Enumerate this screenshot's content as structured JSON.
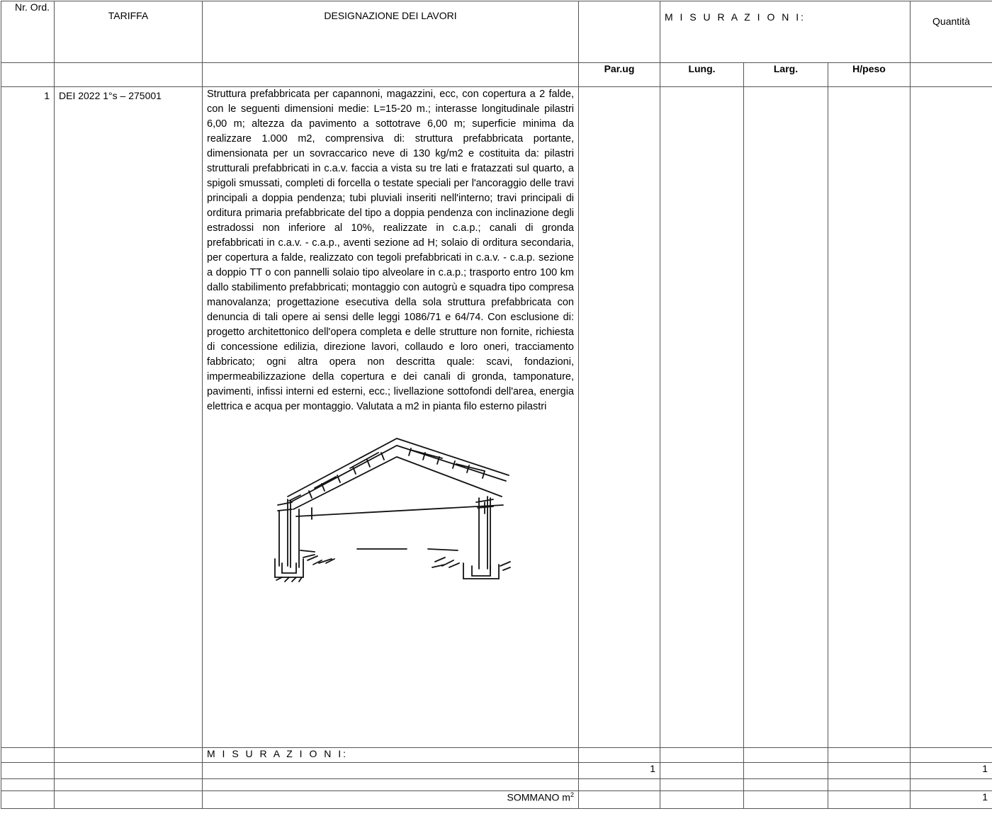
{
  "header": {
    "nr_ord": "Nr. Ord.",
    "tariffa": "TARIFFA",
    "designazione": "DESIGNAZIONE DEI LAVORI",
    "misurazioni": "M I S U R A Z I O N I:",
    "quantita": "Quantità",
    "par_ug": "Par.ug",
    "lung": "Lung.",
    "larg": "Larg.",
    "h_peso": "H/peso"
  },
  "item": {
    "nr": "1",
    "tariffa": "DEI 2022 1°s – 275001",
    "description": "Struttura prefabbricata per capannoni, magazzini, ecc, con copertura a 2 falde, con le seguenti dimensioni medie: L=15-20 m.; interasse longitudinale pilastri 6,00 m; altezza da pavimento a sottotrave 6,00 m; superficie minima da realizzare 1.000 m2, comprensiva di: struttura prefabbricata portante, dimensionata per un sovraccarico neve di 130 kg/m2 e costituita da: pilastri strutturali prefabbricati in c.a.v. faccia a vista su tre lati e fratazzati sul quarto, a spigoli smussati, completi di forcella o testate speciali per l'ancoraggio delle travi principali a doppia pendenza; tubi pluviali inseriti nell'interno; travi principali di orditura primaria prefabbricate del tipo a doppia pendenza con inclinazione degli estradossi non inferiore al 10%, realizzate in c.a.p.; canali di gronda prefabbricati in c.a.v. - c.a.p., aventi sezione ad H; solaio di orditura secondaria, per copertura a falde, realizzato con tegoli prefabbricati in c.a.v. - c.a.p. sezione a doppio TT o con pannelli solaio tipo alveolare in c.a.p.; trasporto entro 100 km dallo stabilimento prefabbricati; montaggio con autogrù e squadra tipo compresa manovalanza; progettazione esecutiva della sola struttura prefabbricata con denuncia di tali opere ai sensi delle leggi 1086/71 e 64/74. Con esclusione di: progetto architettonico dell'opera completa e delle strutture non fornite, richiesta di concessione edilizia, direzione lavori, collaudo e loro oneri, tracciamento fabbricato; ogni altra opera non descritta quale: scavi, fondazioni, impermeabilizzazione della copertura e dei canali di gronda, tamponature, pavimenti, infissi interni ed esterni, ecc.; livellazione sottofondi dell'area, energia elettrica e acqua per montaggio. Valutata a m2 in pianta filo esterno pilastri"
  },
  "measurements": {
    "label": "M I S U R A Z I O N I:",
    "par_ug": "1",
    "quantity": "1"
  },
  "summary": {
    "label": "SOMMANO m",
    "unit_sup": "2",
    "quantity": "1"
  }
}
